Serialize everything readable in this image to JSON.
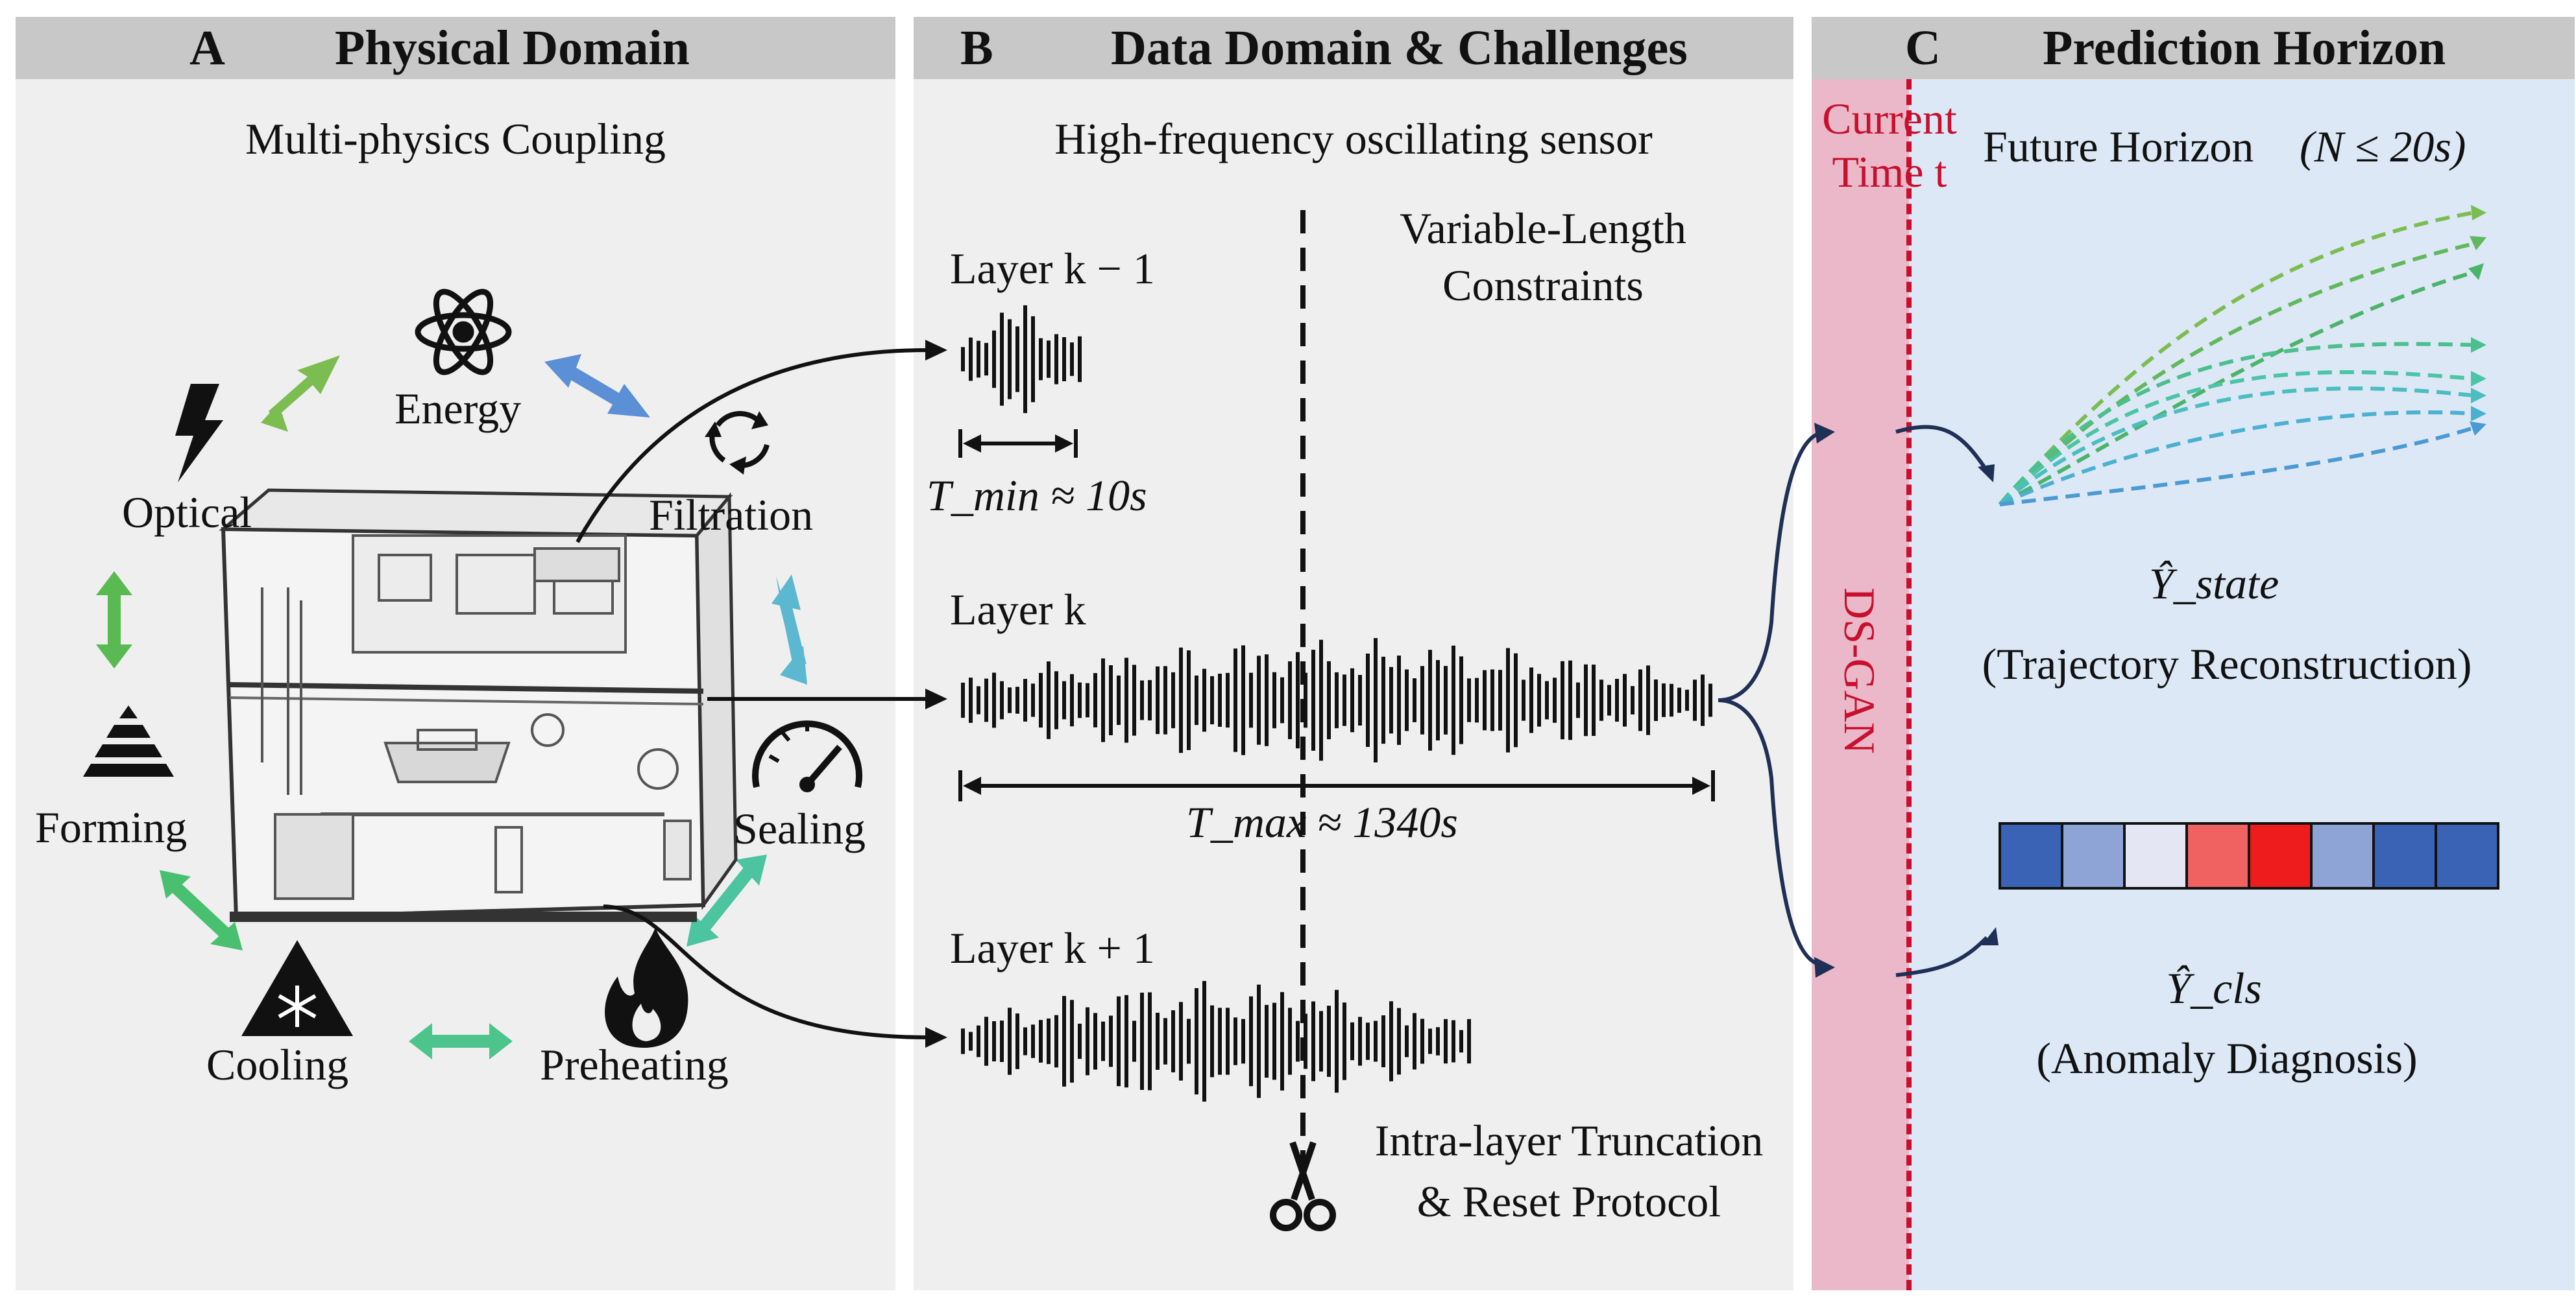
{
  "panel_a": {
    "letter": "A",
    "title": "Physical Domain",
    "subtitle": "Multi-physics Coupling",
    "nodes": {
      "energy": "Energy",
      "filtration": "Filtration",
      "sealing": "Sealing",
      "preheating": "Preheating",
      "cooling": "Cooling",
      "forming": "Forming",
      "optical": "Optical"
    }
  },
  "panel_b": {
    "letter": "B",
    "title": "Data Domain & Challenges",
    "subtitle": "High-frequency oscillating sensor",
    "constraint_line1": "Variable-Length",
    "constraint_line2": "Constraints",
    "layer_prev": "Layer k − 1",
    "layer_cur": "Layer k",
    "layer_next": "Layer k + 1",
    "t_min": "T_min ≈ 10s",
    "t_max": "T_max ≈ 1340s",
    "truncation_line1": "Intra-layer Truncation",
    "truncation_line2": "& Reset Protocol"
  },
  "panel_c": {
    "letter": "C",
    "title": "Prediction Horizon",
    "current_time_line1": "Current",
    "current_time_line2": "Time t",
    "future_horizon": "Future Horizon",
    "horizon_limit": "(N ≤ 20s)",
    "model": "DS-GAN",
    "state_output": "Ŷ_state",
    "state_desc": "(Trajectory Reconstruction)",
    "cls_output": "Ŷ_cls",
    "cls_desc": "(Anomaly Diagnosis)"
  },
  "colors": {
    "header_bg": "#c8c8c8",
    "panel_bg": "#efefef",
    "horizon_bg": "#dce8f5",
    "dsgan_band": "#eab8c8",
    "red_accent": "#c8102e",
    "cls_cells": [
      "#3a63b5",
      "#8ea4d6",
      "#e4e6f4",
      "#f06262",
      "#ee1c1c",
      "#8ea4d6",
      "#3a63b5",
      "#3a63b5"
    ]
  },
  "icons": [
    "atom-icon",
    "recycle-icon",
    "gauge-icon",
    "flame-icon",
    "snowflake-icon",
    "pyramid-icon",
    "lightning-icon",
    "scissors-icon"
  ]
}
